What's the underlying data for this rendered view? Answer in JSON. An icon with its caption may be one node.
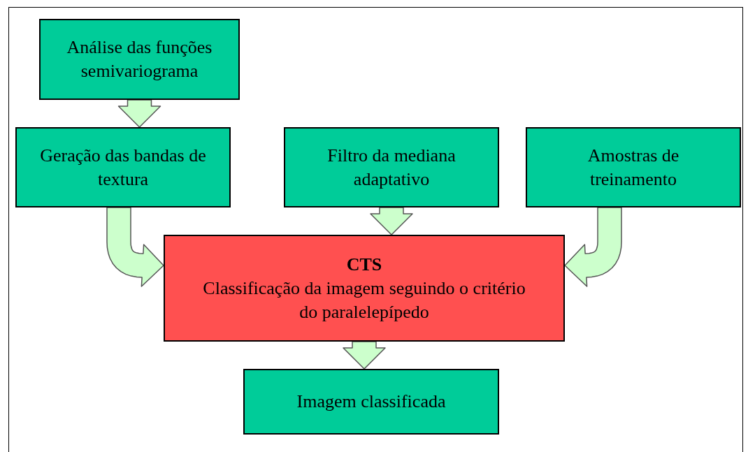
{
  "diagram": {
    "nodes": [
      {
        "text": [
          "Análise das funções semivariograma"
        ]
      },
      {
        "text": [
          "Geração das bandas de textura"
        ]
      },
      {
        "text": [
          "Filtro da mediana adaptativo"
        ]
      },
      {
        "text": [
          "Amostras de treinamento"
        ]
      },
      {
        "text": [
          "CTS",
          "Classificação da imagem seguindo o critério do paralelepípedo"
        ]
      },
      {
        "text": [
          "Imagem classificada"
        ]
      }
    ],
    "edges": [
      {
        "from": 0,
        "to": 1,
        "arrow": "to"
      },
      {
        "from": 1,
        "to": 4,
        "arrow": "to"
      },
      {
        "from": 2,
        "to": 4,
        "arrow": "to"
      },
      {
        "from": 3,
        "to": 4,
        "arrow": "to"
      },
      {
        "from": 4,
        "to": 5,
        "arrow": "to"
      }
    ]
  }
}
